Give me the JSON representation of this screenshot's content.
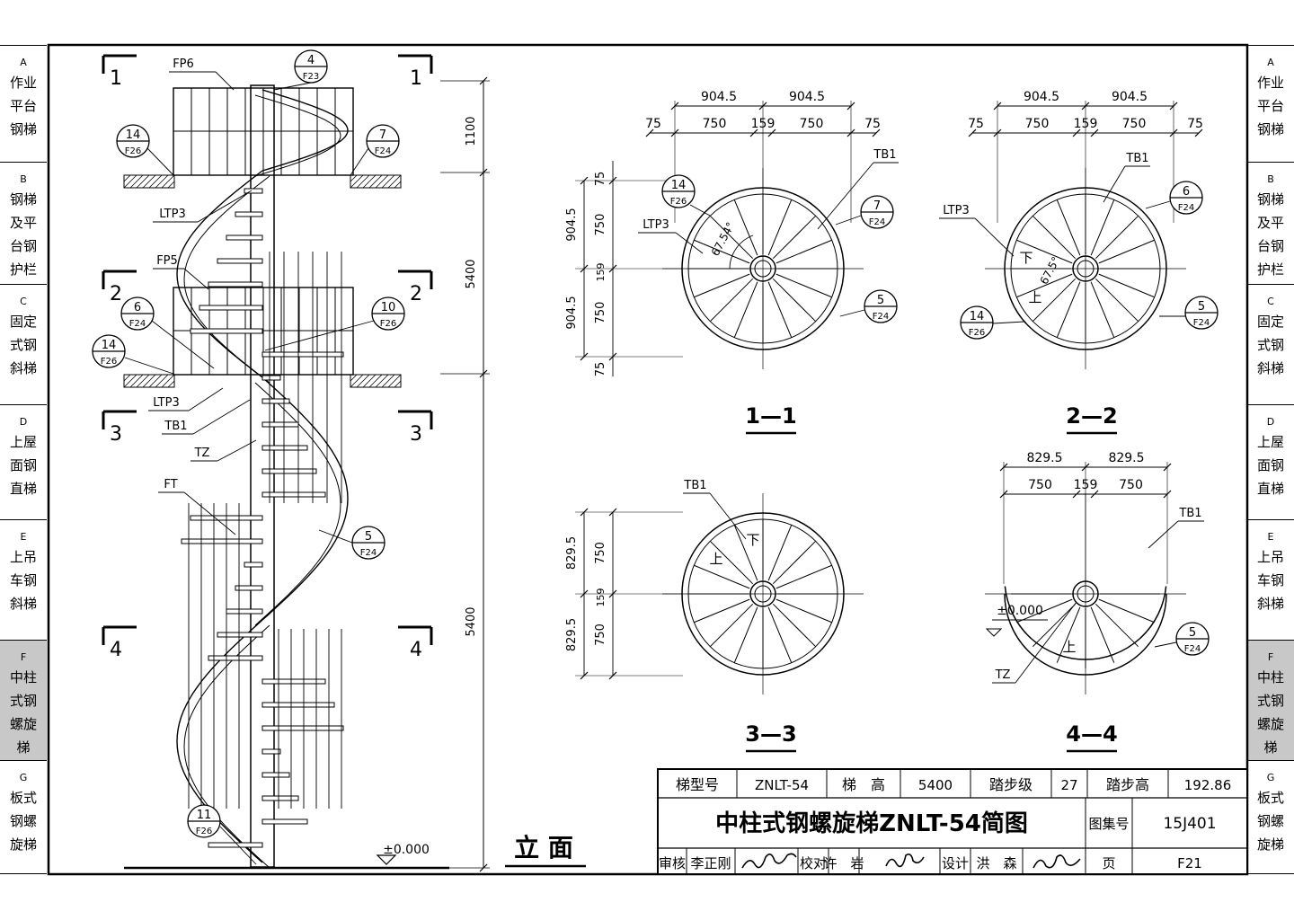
{
  "side_tabs": [
    {
      "code": "A",
      "lines": [
        "作业",
        "平台",
        "钢梯"
      ],
      "active": false
    },
    {
      "code": "B",
      "lines": [
        "钢梯",
        "及平",
        "台钢",
        "护栏"
      ],
      "active": false
    },
    {
      "code": "C",
      "lines": [
        "固定",
        "式钢",
        "斜梯"
      ],
      "active": false
    },
    {
      "code": "D",
      "lines": [
        "上屋",
        "面钢",
        "直梯"
      ],
      "active": false
    },
    {
      "code": "E",
      "lines": [
        "上吊",
        "车钢",
        "斜梯"
      ],
      "active": false
    },
    {
      "code": "F",
      "lines": [
        "中柱",
        "式钢",
        "螺旋",
        "梯"
      ],
      "active": true
    },
    {
      "code": "G",
      "lines": [
        "板式",
        "钢螺",
        "旋梯"
      ],
      "active": false
    }
  ],
  "elevation": {
    "title": "立 面",
    "section_marks": [
      "1",
      "2",
      "3",
      "4"
    ],
    "labels": {
      "fp6": "FP6",
      "fp5": "FP5",
      "ltp3": "LTP3",
      "tb1": "TB1",
      "tz": "TZ",
      "ft": "FT"
    },
    "dims": [
      "1100",
      "5400",
      "5400"
    ],
    "datum": "±0.000",
    "callouts": [
      {
        "num": "4",
        "ref": "F23"
      },
      {
        "num": "14",
        "ref": "F26"
      },
      {
        "num": "7",
        "ref": "F24"
      },
      {
        "num": "6",
        "ref": "F24"
      },
      {
        "num": "10",
        "ref": "F26"
      },
      {
        "num": "14",
        "ref": "F26"
      },
      {
        "num": "5",
        "ref": "F24"
      },
      {
        "num": "11",
        "ref": "F26"
      }
    ]
  },
  "sections": {
    "s11": {
      "title": "1—1",
      "top_dims": [
        "904.5",
        "904.5"
      ],
      "sub_dims": [
        "75",
        "750",
        "159",
        "750",
        "75"
      ],
      "side_dims": [
        "75",
        "904.5",
        "750",
        "159",
        "904.5",
        "750",
        "75"
      ],
      "labels": [
        "TB1",
        "LTP3"
      ],
      "angle": "67.54°",
      "callouts": [
        {
          "num": "14",
          "ref": "F26"
        },
        {
          "num": "7",
          "ref": "F24"
        },
        {
          "num": "5",
          "ref": "F24"
        }
      ]
    },
    "s22": {
      "title": "2—2",
      "top_dims": [
        "904.5",
        "904.5"
      ],
      "sub_dims": [
        "75",
        "750",
        "159",
        "750",
        "75"
      ],
      "labels": [
        "TB1",
        "LTP3",
        "下",
        "上"
      ],
      "angle": "67.5°",
      "callouts": [
        {
          "num": "6",
          "ref": "F24"
        },
        {
          "num": "14",
          "ref": "F26"
        },
        {
          "num": "5",
          "ref": "F24"
        }
      ]
    },
    "s33": {
      "title": "3—3",
      "side_dims": [
        "829.5",
        "750",
        "159",
        "829.5",
        "750"
      ],
      "labels": [
        "TB1",
        "上",
        "下"
      ]
    },
    "s44": {
      "title": "4—4",
      "top_dims": [
        "829.5",
        "829.5"
      ],
      "sub_dims": [
        "750",
        "159",
        "750"
      ],
      "labels": [
        "TB1",
        "TZ",
        "上"
      ],
      "datum": "±0.000",
      "callouts": [
        {
          "num": "5",
          "ref": "F24"
        }
      ]
    }
  },
  "title_block": {
    "row1": [
      [
        "梯型号",
        "ZNLT-54"
      ],
      [
        "梯　高",
        "5400"
      ],
      [
        "踏步级",
        "27"
      ],
      [
        "踏步高",
        "192.86"
      ]
    ],
    "title": "中柱式钢螺旋梯ZNLT-54简图",
    "atlas_label": "图集号",
    "atlas_no": "15J401",
    "review_label": "审核",
    "review_name": "李正刚",
    "check_label": "校对",
    "check_name": "许　岩",
    "design_label": "设计",
    "design_name": "洪　森",
    "page_label": "页",
    "page_no": "F21"
  }
}
